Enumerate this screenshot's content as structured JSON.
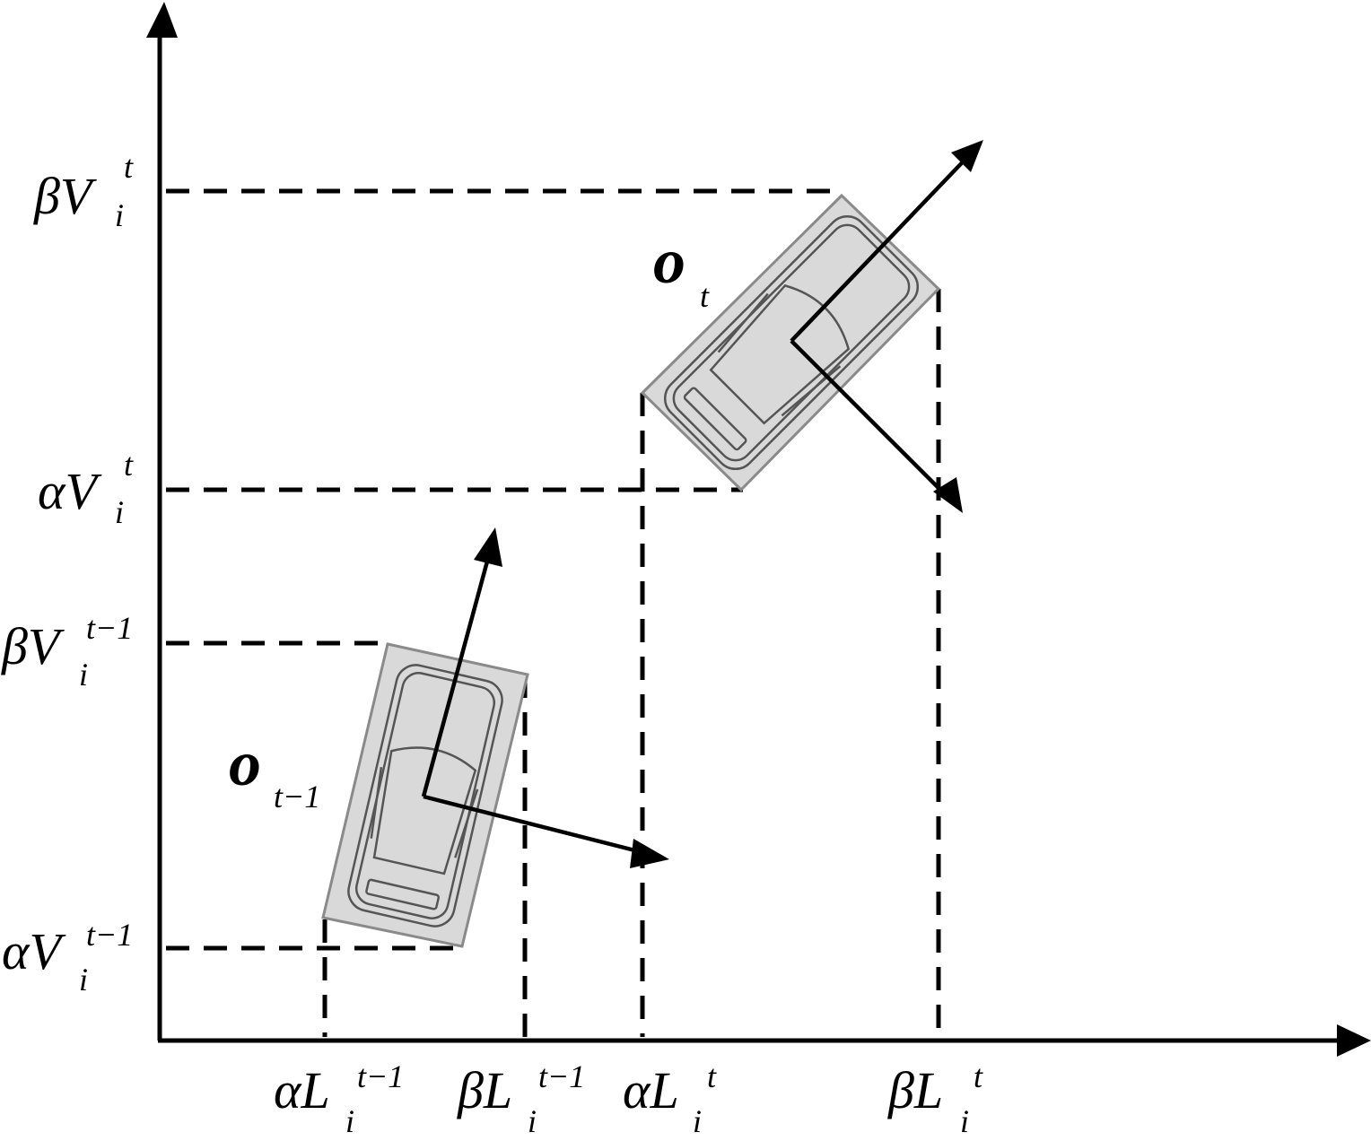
{
  "diagram": {
    "y_labels": [
      {
        "main": "βV",
        "sub": "i",
        "sup": "t"
      },
      {
        "main": "αV",
        "sub": "i",
        "sup": "t"
      },
      {
        "main": "βV",
        "sub": "i",
        "sup": "t−1"
      },
      {
        "main": "αV",
        "sub": "i",
        "sup": "t−1"
      }
    ],
    "x_labels": [
      {
        "main": "αL",
        "sub": "i",
        "sup": "t−1"
      },
      {
        "main": "βL",
        "sub": "i",
        "sup": "t−1"
      },
      {
        "main": "αL",
        "sub": "i",
        "sup": "t"
      },
      {
        "main": "βL",
        "sub": "i",
        "sup": "t"
      }
    ],
    "objects": [
      {
        "main": "o",
        "sub": "t"
      },
      {
        "main": "o",
        "sub": "t−1"
      }
    ]
  }
}
